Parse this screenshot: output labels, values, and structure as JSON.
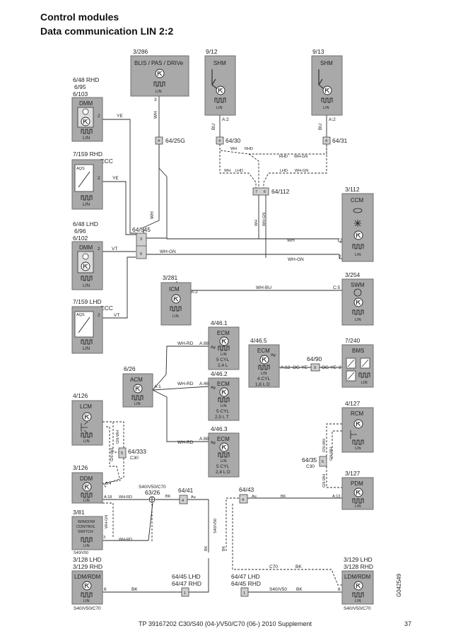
{
  "header": {
    "line1": "Control modules",
    "line2": "Data communication LIN 2:2"
  },
  "footer": {
    "text": "TP 39167202 C30/S40 (04-)/V50/C70 (06-) 2010 Supplement",
    "page": "37"
  },
  "doc_code": "G042549",
  "modules": {
    "blis": {
      "ref": "3/286",
      "name": "BLIS / PAS / DRIVe",
      "bus": "LIN",
      "pin": "3"
    },
    "shm_left": {
      "ref": "9/12",
      "name": "SHM",
      "bus": "LIN",
      "pin": "A:2"
    },
    "shm_right": {
      "ref": "9/13",
      "name": "SHM",
      "bus": "LIN",
      "pin": "A:2"
    },
    "dmm_rhd": {
      "ref1": "6/48 RHD",
      "ref2": "6/95",
      "ref3": "6/103",
      "name": "DMM",
      "bus": "LIN",
      "pin": "2"
    },
    "ecc_rhd": {
      "ref": "7/159 RHD",
      "name": "ECC",
      "sub": "AQS",
      "bus": "LIN",
      "pin": "2"
    },
    "dmm_lhd": {
      "ref1": "6/48 LHD",
      "ref2": "6/96",
      "ref3": "6/102",
      "name": "DMM",
      "bus": "LIN",
      "pin": "2"
    },
    "ecc_lhd": {
      "ref": "7/159 LHD",
      "name": "ECC",
      "sub": "AQS",
      "bus": "LIN",
      "pin": "2"
    },
    "ccm": {
      "ref": "3/112",
      "name": "CCM",
      "bus": "LIN",
      "pin_wh": "12",
      "pin_whgn": "7"
    },
    "swm": {
      "ref": "3/254",
      "name": "SWM",
      "bus": "LIN",
      "pin": "C:5"
    },
    "icm": {
      "ref": "3/281",
      "name": "ICM",
      "bus": "LIN",
      "pin": "A:2"
    },
    "ecm1": {
      "ref": "4/46.1",
      "name": "ECM",
      "bus": "LIN",
      "cyl": "5 CYL",
      "eng": "2,4 L",
      "pin": "A:88",
      "ag": "Ag"
    },
    "ecm2": {
      "ref": "4/46.2",
      "name": "ECM",
      "bus": "LIN",
      "cyl": "5 CYL",
      "eng": "2,5 L T",
      "pin": "A:46",
      "ag": "Ag"
    },
    "ecm3": {
      "ref": "4/46.3",
      "name": "ECM",
      "bus": "LIN",
      "cyl": "5 CYL",
      "eng": "2,4 L D",
      "pin": "A:88",
      "ag": "Ag"
    },
    "ecm5": {
      "ref": "4/46.5",
      "name": "ECM",
      "bus": "LIN",
      "cyl": "4 CYL",
      "eng": "1,6 L D",
      "pin": "A:12",
      "ag": "Ag"
    },
    "bms": {
      "ref": "7/240",
      "name": "BMS",
      "bus": "LIN",
      "pin": "2"
    },
    "acm": {
      "ref": "6/26",
      "name": "ACM",
      "bus": "LIN",
      "pin": "A:1"
    },
    "lcm": {
      "ref": "4/126",
      "name": "LCM",
      "bus": "LIN"
    },
    "rcm": {
      "ref": "4/127",
      "name": "RCM",
      "bus": "LIN"
    },
    "ddm": {
      "ref": "3/126",
      "name": "DDM",
      "bus": "LIN",
      "pin1": "B:4",
      "pin2": "A:18"
    },
    "pdm": {
      "ref": "3/127",
      "name": "PDM",
      "bus": "LIN",
      "pin": "A:13"
    },
    "wcs": {
      "ref": "3/81",
      "line1": "WINDOW",
      "line2": "CONTROL",
      "line3": "SWITCH",
      "bus": "LIN",
      "pin": "3",
      "var": "S40/V50"
    },
    "ldm_left": {
      "ref1": "3/128 LHD",
      "ref2": "3/129 RHD",
      "name": "LDM/RDM",
      "bus": "LIN",
      "pin": "6",
      "var": "S40/V50/C70"
    },
    "ldm_right": {
      "ref1": "3/129 LHD",
      "ref2": "3/128 RHD",
      "name": "LDM/RDM",
      "bus": "LIN",
      "pin": "6",
      "var": "S40/V50/C70"
    }
  },
  "connectors": {
    "c64_25g": {
      "ref": "64/25G",
      "pin": "4"
    },
    "c64_30": {
      "ref": "64/30",
      "pin": "4"
    },
    "c64_31": {
      "ref": "64/31",
      "pin": "4"
    },
    "c64_112": {
      "ref": "64/112",
      "pin1": "7",
      "pin2": "6"
    },
    "c64_545": {
      "ref": "64/545",
      "pin1": "3",
      "pin2": "6"
    },
    "c64_90": {
      "ref": "64/90",
      "pin": "9"
    },
    "c64_333": {
      "ref": "64/333",
      "sub": "C30",
      "pin": "5"
    },
    "c64_35": {
      "ref": "64/35",
      "sub": "C30",
      "pin": "5"
    },
    "c63_26": {
      "ref": "63/26",
      "sub": "S40/V50/C70"
    },
    "c64_41": {
      "ref": "64/41",
      "pin": "4",
      "side": "Au"
    },
    "c64_43": {
      "ref": "64/43",
      "pin": "4",
      "side": "Au"
    },
    "c64_45": {
      "ref1": "64/45 LHD",
      "ref2": "64/47 RHD",
      "pin": "1"
    },
    "c64_47": {
      "ref1": "64/47 LHD",
      "ref2": "64/45 RHD",
      "pin": "1"
    }
  },
  "wires": {
    "ye": "YE",
    "vt": "VT",
    "wh": "WH",
    "whgn": "WH-GN",
    "bu": "BU",
    "rhd": "RHD",
    "lhd": "LHD",
    "whbu": "WH-BU",
    "whrd": "WH-RD",
    "ogye": "OG-YE",
    "bk": "BK",
    "gnwh": "GN-WH",
    "c70": "C70",
    "s40v50": "S40/V50"
  }
}
